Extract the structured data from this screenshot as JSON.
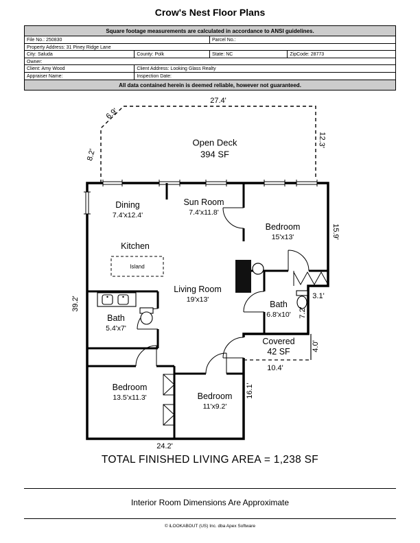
{
  "doc": {
    "title": "Crow's Nest Floor Plans",
    "ansi_banner": "Square footage measurements are calculated in accordance to ANSI guidelines.",
    "reliability_banner": "All data contained herein is deemed reliable, however not guaranteed.",
    "total_area": "TOTAL FINISHED LIVING AREA = 1,238 SF",
    "disclaimer": "Interior Room Dimensions Are Approximate",
    "copyright": "©  iLOOKABOUT (US) Inc. dba Apex Software"
  },
  "colors": {
    "banner_bg": "#cccccc",
    "line": "#000000"
  },
  "info": {
    "file_no": {
      "label": "File No.:",
      "value": "250830"
    },
    "parcel_no": {
      "label": "Parcel No.:",
      "value": ""
    },
    "property_address": {
      "label": "Property Address:",
      "value": "31 Piney Ridge Lane"
    },
    "city": {
      "label": "City:",
      "value": "Saluda"
    },
    "county": {
      "label": "County:",
      "value": "Polk"
    },
    "state": {
      "label": "State:",
      "value": "NC"
    },
    "zipcode": {
      "label": "ZipCode:",
      "value": "28773"
    },
    "owner": {
      "label": "Owner:",
      "value": ""
    },
    "client": {
      "label": "Client:",
      "value": "Amy Wood"
    },
    "client_address": {
      "label": "Client Address:",
      "value": "Looking Glass Realty"
    },
    "appraiser": {
      "label": "Appraiser Name:",
      "value": ""
    },
    "inspection_date": {
      "label": "Inspection Date:",
      "value": ""
    }
  },
  "plan": {
    "dims": {
      "deck_top": "27.4'",
      "deck_diagonal": "6.9'",
      "deck_left": "8.2'",
      "deck_right": "12.3'",
      "house_left": "39.2'",
      "house_right_upper": "15.9'",
      "step_right": "3.1'",
      "right_mid": "7.2'",
      "porch_right": "4.0'",
      "porch_bottom": "10.4'",
      "lower_right_wall": "16.1'",
      "house_bottom": "24.2'"
    },
    "rooms": {
      "open_deck": {
        "name": "Open Deck",
        "size": "394 SF"
      },
      "dining": {
        "name": "Dining",
        "size": "7.4'x12.4'"
      },
      "sun_room": {
        "name": "Sun Room",
        "size": "7.4'x11.8'"
      },
      "bedroom_right": {
        "name": "Bedroom",
        "size": "15'x13'"
      },
      "kitchen": {
        "name": "Kitchen"
      },
      "island": {
        "name": "Island"
      },
      "living_room": {
        "name": "Living Room",
        "size": "19'x13'"
      },
      "bath_left": {
        "name": "Bath",
        "size": "5.4'x7'"
      },
      "bath_right": {
        "name": "Bath",
        "size": "6.8'x10'"
      },
      "covered_porch": {
        "name": "Covered",
        "size": "42 SF"
      },
      "bedroom_bottom_left": {
        "name": "Bedroom",
        "size": "13.5'x11.3'"
      },
      "bedroom_bottom_middle": {
        "name": "Bedroom",
        "size": "11'x9.2'"
      }
    }
  }
}
